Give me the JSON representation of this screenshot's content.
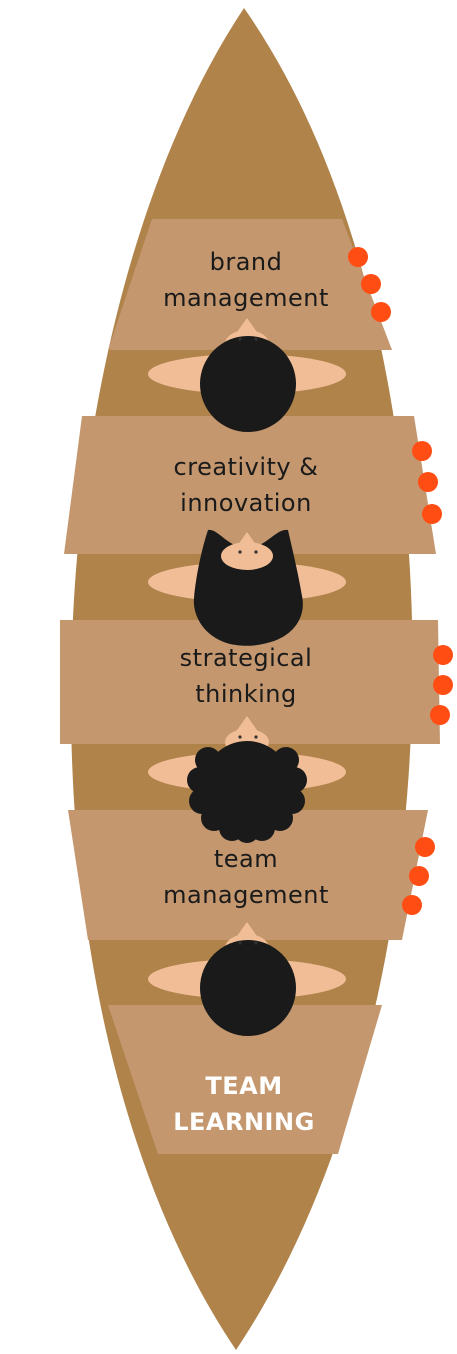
{
  "diagram": {
    "seats": [
      {
        "line1": "brand",
        "line2": "management"
      },
      {
        "line1": "creativity &",
        "line2": "innovation"
      },
      {
        "line1": "strategical",
        "line2": "thinking"
      },
      {
        "line1": "team",
        "line2": "management"
      }
    ],
    "stern": {
      "line1": "TEAM",
      "line2": "LEARNING"
    },
    "colors": {
      "hull": "#B0834A",
      "seat": "#C4976F",
      "skin": "#F0BD96",
      "hair": "#1A1A1A",
      "paddle_drops": "#FF4D14"
    }
  }
}
